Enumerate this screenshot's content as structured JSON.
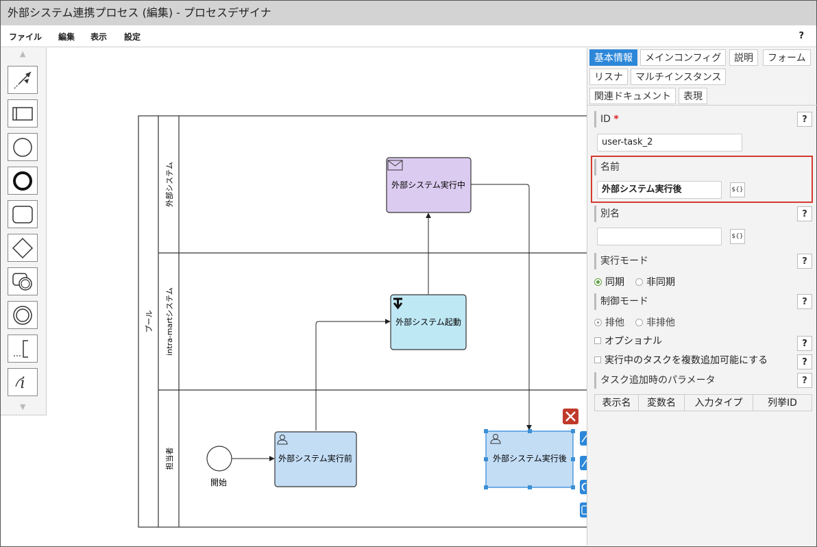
{
  "window": {
    "title": "外部システム連携プロセス (編集) - プロセスデザイナ"
  },
  "menu": {
    "items": [
      "ファイル",
      "編集",
      "表示",
      "設定"
    ],
    "help": "?"
  },
  "diagram": {
    "pool_label": "プール",
    "lanes": [
      "外部システム",
      "intra-martシステム",
      "担当者"
    ],
    "tasks": {
      "executing": "外部システム実行中",
      "start_external": "外部システム起動",
      "before": "外部システム実行前",
      "after": "外部システム実行後"
    },
    "start_event": "開始",
    "colors": {
      "purple": "#dccbf0",
      "cyan": "#bfe8f5",
      "blue": "#c3ddf5",
      "selection": "#2d87d9",
      "delete": "#c0392b"
    }
  },
  "panel": {
    "tabs": [
      "基本情報",
      "メインコンフィグ",
      "説明",
      "フォーム",
      "リスナ",
      "マルチインスタンス",
      "関連ドキュメント",
      "表現"
    ],
    "active_tab": "基本情報",
    "id": {
      "label": "ID",
      "required": "*",
      "value": "user-task_2"
    },
    "name": {
      "label": "名前",
      "value": "外部システム実行後",
      "expr": "${}"
    },
    "alias": {
      "label": "別名",
      "value": "",
      "expr": "${}"
    },
    "exec_mode": {
      "label": "実行モード",
      "options": [
        "同期",
        "非同期"
      ],
      "selected": "同期"
    },
    "control_mode": {
      "label": "制御モード",
      "options": [
        "排他",
        "非排他"
      ],
      "selected": "排他"
    },
    "optional_label": "オプショナル",
    "multi_add_label": "実行中のタスクを複数追加可能にする",
    "params": {
      "label": "タスク追加時のパラメータ",
      "columns": [
        "表示名",
        "変数名",
        "入力タイプ",
        "列挙ID"
      ]
    },
    "help": "?"
  }
}
